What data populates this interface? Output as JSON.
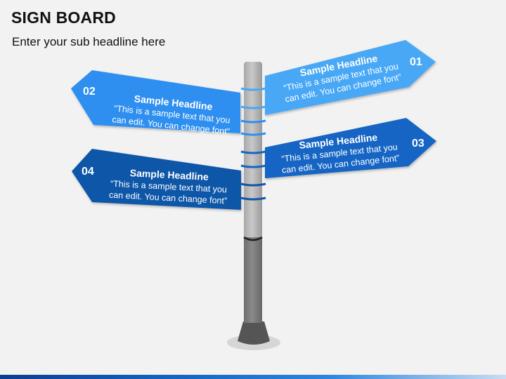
{
  "page": {
    "title": "SIGN BOARD",
    "subtitle": "Enter your sub headline here"
  },
  "signs": [
    {
      "number": "01",
      "headline": "Sample Headline",
      "line1": "“This is a sample text that you",
      "line2": "can edit. You can change font”",
      "color": "#4aa8f5"
    },
    {
      "number": "02",
      "headline": "Sample Headline",
      "line1": "“This is a sample text that you",
      "line2": "can edit. You can change font”",
      "color": "#2f8ff0"
    },
    {
      "number": "03",
      "headline": "Sample Headline",
      "line1": "“This is a sample text that you",
      "line2": "can edit. You can change font”",
      "color": "#1565c4"
    },
    {
      "number": "04",
      "headline": "Sample Headline",
      "line1": "“This is a sample text that you",
      "line2": "can edit. You can change font”",
      "color": "#0d57a8"
    }
  ],
  "colors": {
    "pole_light": "#b3b3b3",
    "pole_dark": "#777777",
    "base": "#555555",
    "straps": "#2b7bd6"
  }
}
